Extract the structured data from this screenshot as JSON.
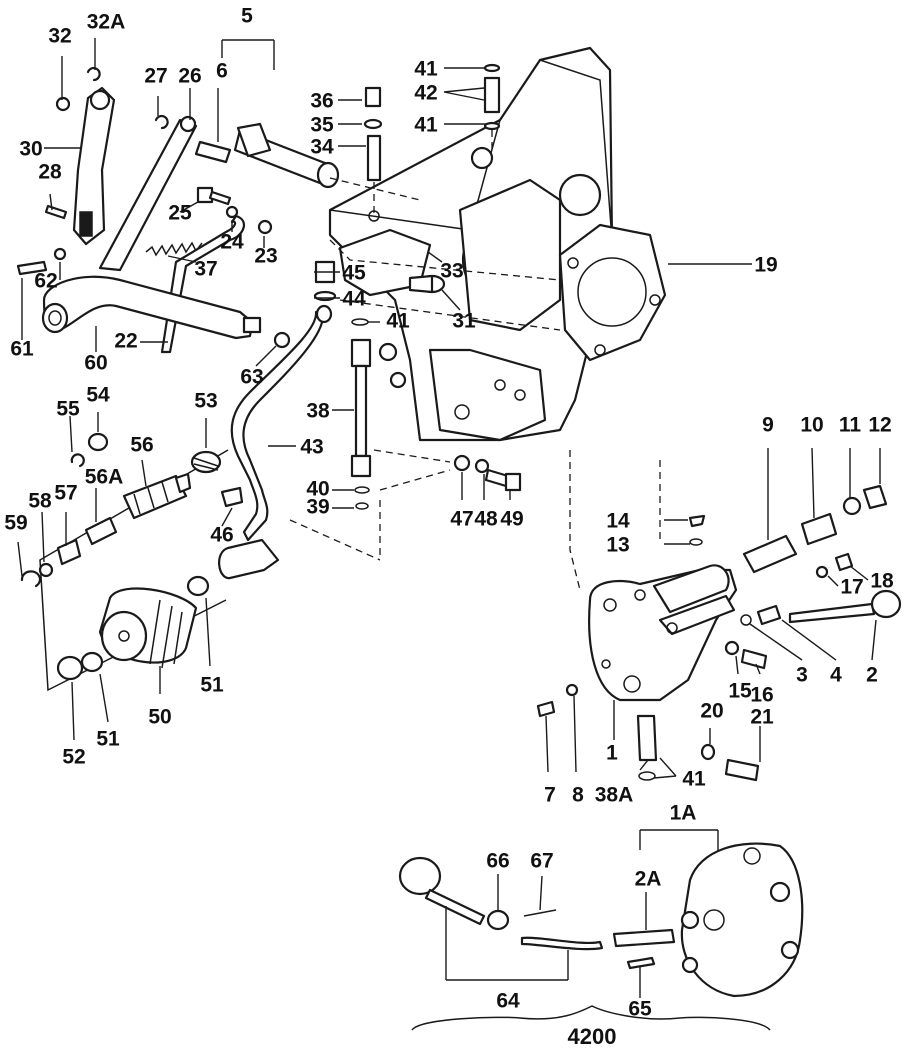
{
  "callouts": {
    "c32": "32",
    "c32A": "32A",
    "c27": "27",
    "c26": "26",
    "c6": "6",
    "c5": "5",
    "c30": "30",
    "c28": "28",
    "c25": "25",
    "c24": "24",
    "c23": "23",
    "c37": "37",
    "c61": "61",
    "c62": "62",
    "c60": "60",
    "c22": "22",
    "c63": "63",
    "c36": "36",
    "c35": "35",
    "c34": "34",
    "c45": "45",
    "c44": "44",
    "c41a": "41",
    "c38": "38",
    "c40": "40",
    "c39": "39",
    "c43": "43",
    "c46": "46",
    "c41b": "41",
    "c42": "42",
    "c41c": "41",
    "c33": "33",
    "c31": "31",
    "c19": "19",
    "c55": "55",
    "c54": "54",
    "c53": "53",
    "c56": "56",
    "c56A": "56A",
    "c57": "57",
    "c58": "58",
    "c59": "59",
    "c51a": "51",
    "c50": "50",
    "c51b": "51",
    "c52": "52",
    "c47": "47",
    "c48": "48",
    "c49": "49",
    "c9": "9",
    "c10": "10",
    "c11": "11",
    "c12": "12",
    "c14": "14",
    "c13": "13",
    "c17": "17",
    "c18": "18",
    "c2": "2",
    "c4": "4",
    "c3": "3",
    "c15": "15",
    "c16": "16",
    "c20": "20",
    "c21": "21",
    "c1": "1",
    "c7": "7",
    "c8": "8",
    "c38A": "38A",
    "c41d": "41",
    "c1A": "1A",
    "c2A": "2A",
    "c66": "66",
    "c67": "67",
    "c64": "64",
    "c65": "65",
    "c4200": "4200"
  }
}
